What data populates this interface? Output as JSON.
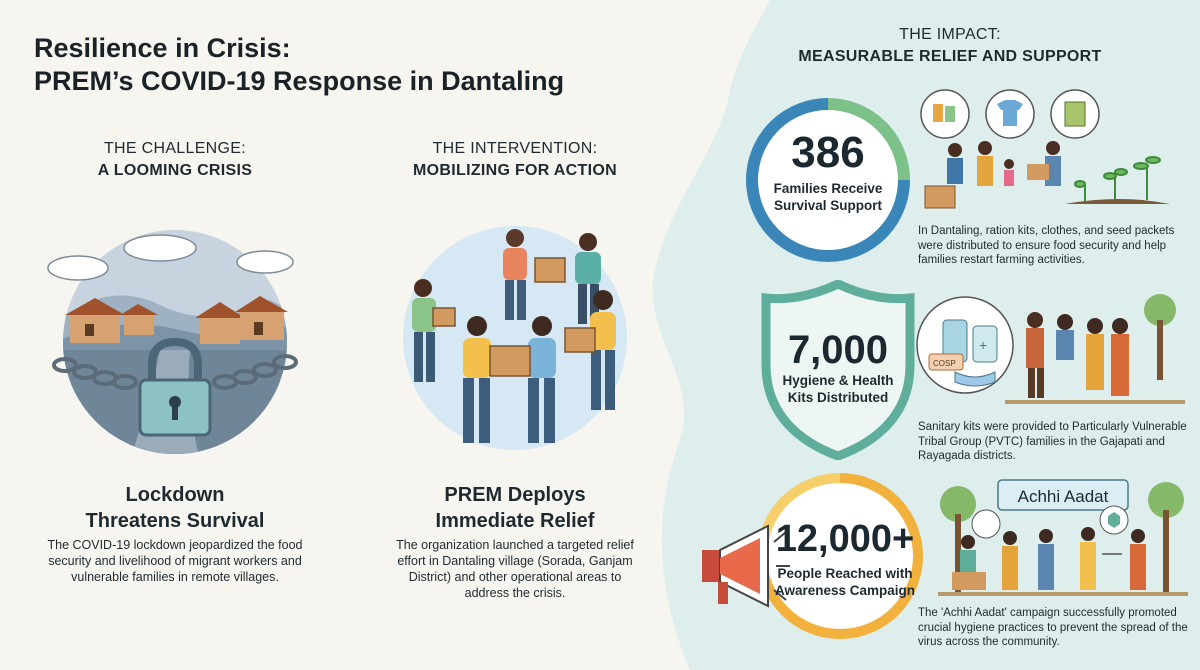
{
  "title_line1": "Resilience in Crisis:",
  "title_line2": "PREM’s COVID-19 Response in Dantaling",
  "challenge": {
    "kicker": "THE CHALLENGE:",
    "subtitle": "A LOOMING CRISIS",
    "heading_line1": "Lockdown",
    "heading_line2": "Threatens Survival",
    "body": "The COVID-19 lockdown jeopardized the food security and livelihood of migrant workers and vulnerable families in remote villages."
  },
  "intervention": {
    "kicker": "THE INTERVENTION:",
    "subtitle": "MOBILIZING FOR ACTION",
    "heading_line1": "PREM Deploys",
    "heading_line2": "Immediate Relief",
    "body": "The organization launched a targeted relief effort in Dantaling village (Sorada, Ganjam District) and other operational areas to address the crisis."
  },
  "impact": {
    "kicker": "THE IMPACT:",
    "subtitle": "MEASURABLE RELIEF AND SUPPORT",
    "stats": [
      {
        "value": "386",
        "label_line1": "Families Receive",
        "label_line2": "Survival Support",
        "body": "In Dantaling, ration kits, clothes, and seed packets were distributed to ensure food security and help families restart farming activities."
      },
      {
        "value": "7,000",
        "label_line1": "Hygiene & Health",
        "label_line2": "Kits Distributed",
        "body": "Sanitary kits were provided to Particularly Vulnerable Tribal Group (PVTC) families in the Gajapati and Rayagada districts."
      },
      {
        "value": "12,000+",
        "label_line1": "People Reached with",
        "label_line2": "Awareness Campaign",
        "body": "The 'Achhi Aadat' campaign successfully promoted crucial hygiene practices to prevent the spread of the virus across the community."
      }
    ],
    "banner_text": "Achhi Aadat",
    "soap_label": "COSP"
  },
  "colors": {
    "teal_panel": "#ddeeed",
    "ring1_blue": "#3a86b8",
    "ring1_green": "#7cc08a",
    "shield_teal": "#5fae9c",
    "ring3_orange": "#f2b13c"
  }
}
